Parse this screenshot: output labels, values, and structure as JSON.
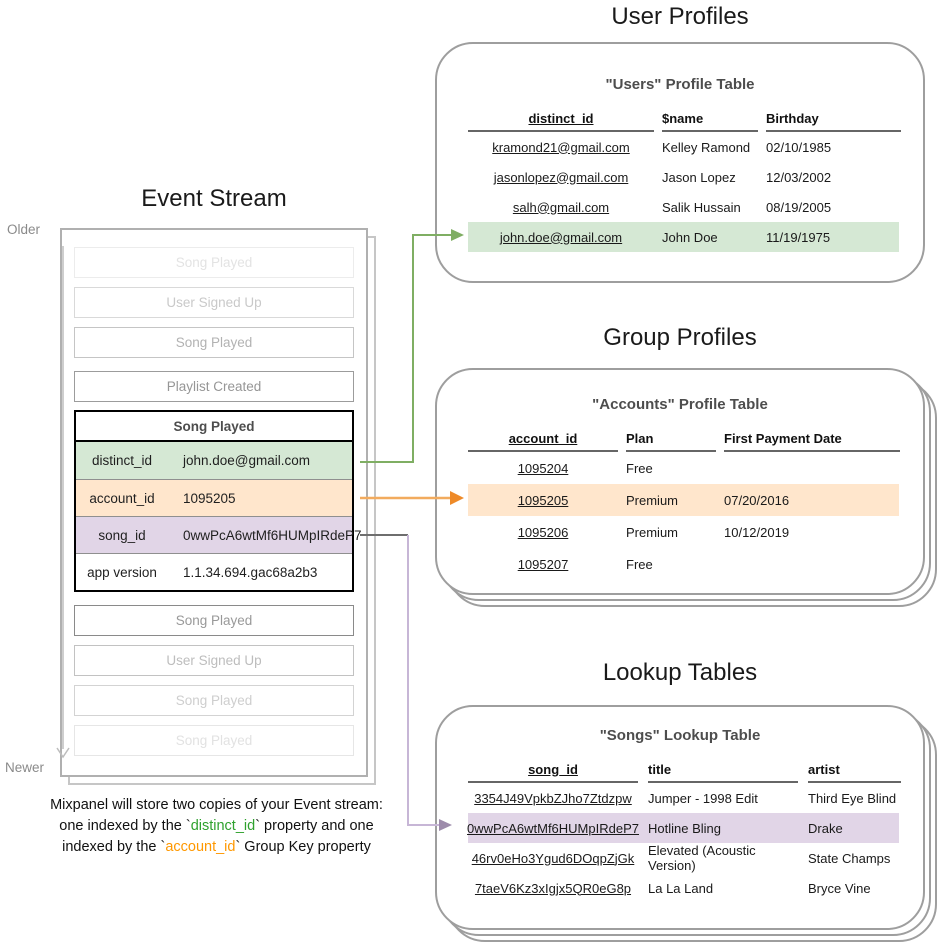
{
  "titles": {
    "event_stream": "Event Stream",
    "user_profiles": "User Profiles",
    "group_profiles": "Group Profiles",
    "lookup_tables": "Lookup Tables"
  },
  "stream": {
    "older_label": "Older",
    "newer_label": "Newer",
    "events_before": [
      {
        "label": "Song Played"
      },
      {
        "label": "User Signed Up"
      },
      {
        "label": "Song Played"
      },
      {
        "label": "Playlist Created"
      }
    ],
    "focused_event": {
      "title": "Song Played",
      "properties": [
        {
          "key": "distinct_id",
          "value": "john.doe@gmail.com",
          "highlight": "green"
        },
        {
          "key": "account_id",
          "value": "1095205",
          "highlight": "orange"
        },
        {
          "key": "song_id",
          "value": "0wwPcA6wtMf6HUMpIRdeP7",
          "highlight": "purple"
        },
        {
          "key": "app version",
          "value": "1.1.34.694.gac68a2b3",
          "highlight": "none"
        }
      ]
    },
    "events_after": [
      {
        "label": "Song Played"
      },
      {
        "label": "User Signed Up"
      },
      {
        "label": "Song Played"
      },
      {
        "label": "Song Played"
      }
    ]
  },
  "users_table": {
    "title": "\"Users\" Profile Table",
    "columns": [
      "distinct_id",
      "$name",
      "Birthday"
    ],
    "rows": [
      [
        "kramond21@gmail.com",
        "Kelley Ramond",
        "02/10/1985"
      ],
      [
        "jasonlopez@gmail.com",
        "Jason Lopez",
        "12/03/2002"
      ],
      [
        "salh@gmail.com",
        "Salik Hussain",
        "08/19/2005"
      ],
      [
        "john.doe@gmail.com",
        "John Doe",
        "11/19/1975"
      ]
    ],
    "highlighted_row_value": "john.doe@gmail.com"
  },
  "accounts_table": {
    "title": "\"Accounts\" Profile Table",
    "columns": [
      "account_id",
      "Plan",
      "First Payment Date"
    ],
    "rows": [
      [
        "1095204",
        "Free",
        ""
      ],
      [
        "1095205",
        "Premium",
        "07/20/2016"
      ],
      [
        "1095206",
        "Premium",
        "10/12/2019"
      ],
      [
        "1095207",
        "Free",
        ""
      ]
    ],
    "highlighted_row_value": "1095205"
  },
  "songs_table": {
    "title": "\"Songs\" Lookup Table",
    "columns": [
      "song_id",
      "title",
      "artist"
    ],
    "rows": [
      [
        "3354J49VpkbZJho7Ztdzpw",
        "Jumper - 1998 Edit",
        "Third Eye Blind"
      ],
      [
        "0wwPcA6wtMf6HUMpIRdeP7",
        "Hotline Bling",
        "Drake"
      ],
      [
        "46rv0eHo3Ygud6DOqpZjGk",
        "Elevated (Acoustic Version)",
        "State Champs"
      ],
      [
        "7taeV6Kz3xIgjx5QR0eG8p",
        "La La Land",
        "Bryce Vine"
      ]
    ],
    "highlighted_row_value": "0wwPcA6wtMf6HUMpIRdeP7"
  },
  "caption": {
    "line1": "Mixpanel will store two copies of your Event stream:",
    "line2_pre": "one indexed by the `",
    "line2_key": "distinct_id",
    "line2_post": "` property and one",
    "line3_pre": "indexed by the `",
    "line3_key": "account_id",
    "line3_post": "` Group Key property"
  },
  "colors": {
    "highlight_green": "#d5e8d4",
    "highlight_orange": "#ffe6cc",
    "highlight_purple": "#e1d5e7",
    "connector_green": "#7fae63",
    "connector_orange": "#f2ab5e",
    "connector_orange_head": "#ee8a28",
    "connector_purple": "#c7b6d6",
    "connector_purple_head": "#9d8bab",
    "caption_key_green": "#2fa12e",
    "caption_key_orange": "#ff9800"
  }
}
